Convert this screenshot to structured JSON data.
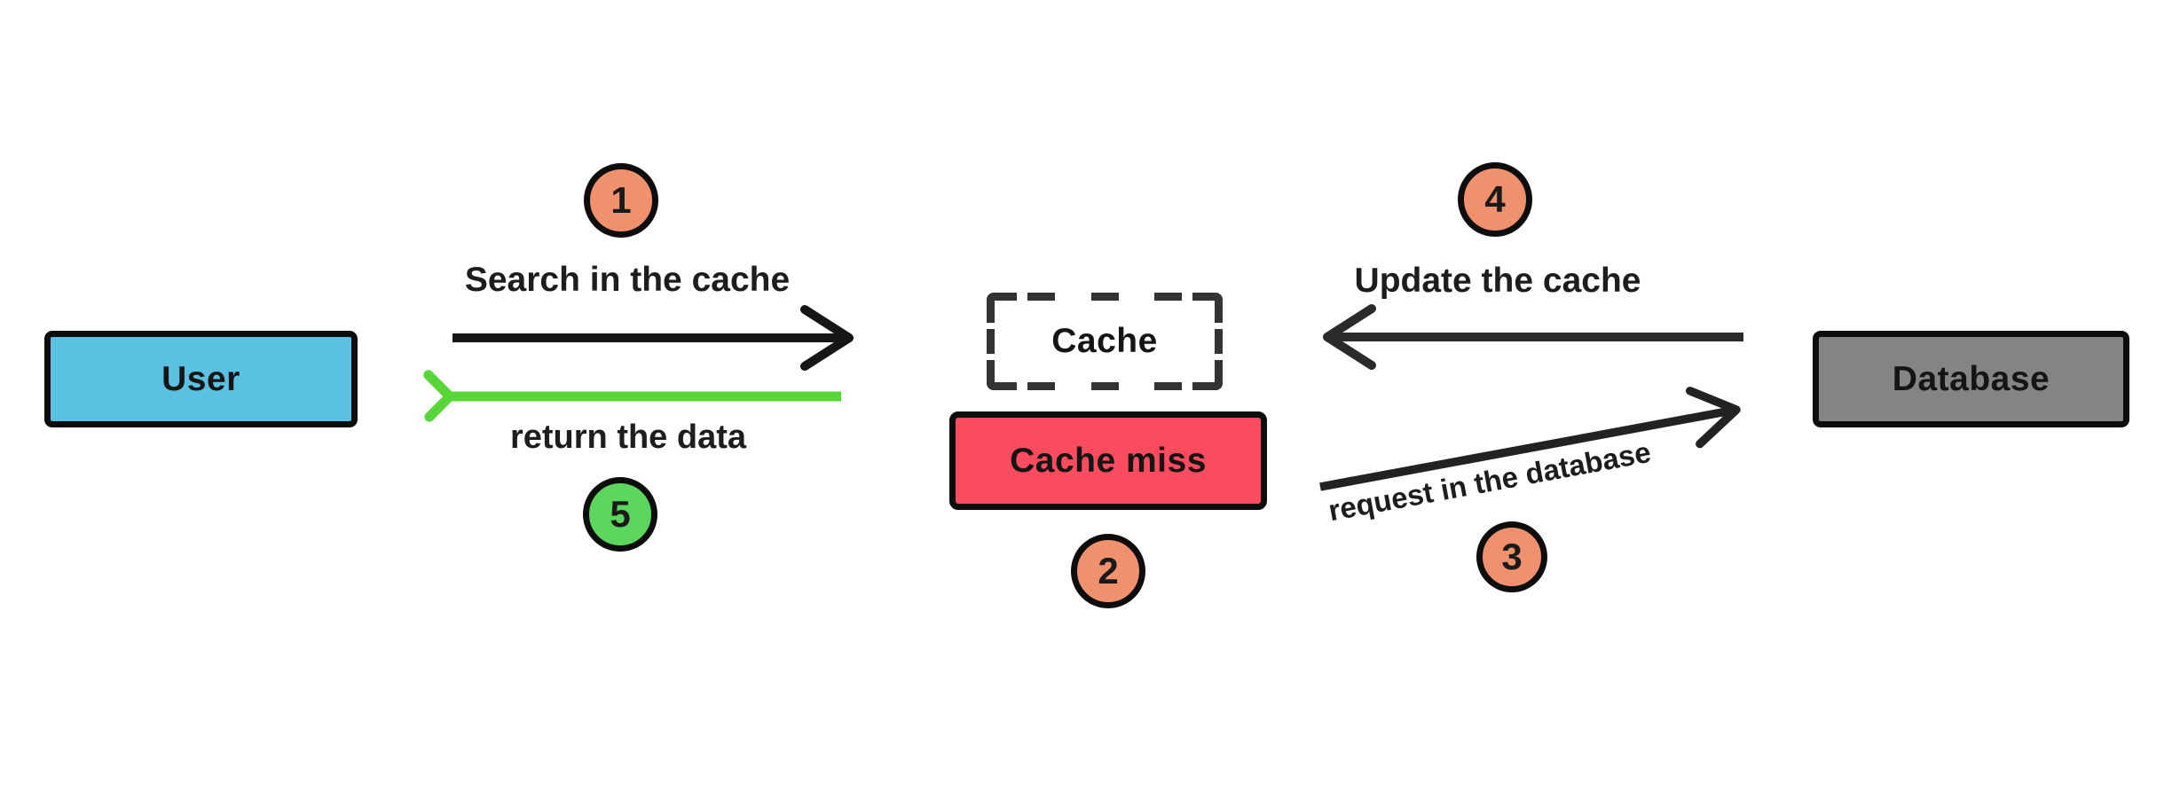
{
  "nodes": {
    "user": {
      "label": "User",
      "fill": "#5ac1e3",
      "border": "#0d0d0d"
    },
    "cache": {
      "label": "Cache",
      "fill": "#ffffff",
      "border": "#333333",
      "border_style": "dashed"
    },
    "cache_miss": {
      "label": "Cache miss",
      "fill": "#fa4b5f",
      "border": "#0d0d0d"
    },
    "database": {
      "label": "Database",
      "fill": "#848484",
      "border": "#0d0d0d"
    }
  },
  "steps": {
    "s1": {
      "number": "1",
      "label": "Search in the cache",
      "badge_color": "#f0916e",
      "arrow_color": "#161616",
      "arrow_direction": "user-to-cache"
    },
    "s2": {
      "number": "2",
      "label": "",
      "badge_color": "#f0916e"
    },
    "s3": {
      "number": "3",
      "label": "request in the database",
      "badge_color": "#f0916e",
      "arrow_color": "#222222",
      "arrow_direction": "cache-to-database"
    },
    "s4": {
      "number": "4",
      "label": "Update the cache",
      "badge_color": "#f0916e",
      "arrow_color": "#2a2a2a",
      "arrow_direction": "database-to-cache"
    },
    "s5": {
      "number": "5",
      "label": "return the data",
      "badge_color": "#5cd65c",
      "arrow_color": "#57d63a",
      "arrow_direction": "cache-to-user"
    }
  },
  "colors": {
    "background": "#ffffff",
    "text": "#1a1a1a",
    "arrow_black": "#1a1a1a",
    "arrow_green": "#57d63a",
    "badge_orange": "#f0916e",
    "badge_green": "#5cd65c"
  }
}
